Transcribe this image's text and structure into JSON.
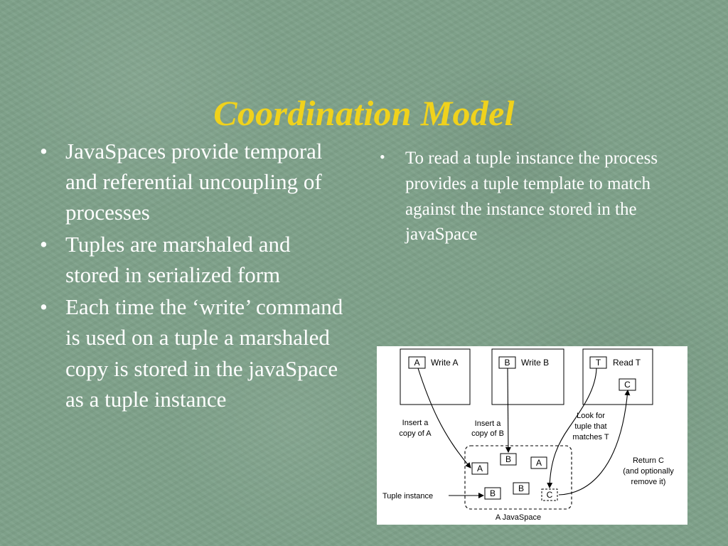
{
  "title": "Coordination Model",
  "left_bullets": [
    "JavaSpaces provide temporal and referential uncoupling of processes",
    "Tuples are marshaled and stored in serialized form",
    "Each time the ‘write’ command is used on a tuple a marshaled copy is stored in the javaSpace as a tuple instance"
  ],
  "right_bullets": [
    "To read a tuple instance the process provides a tuple template to match against the instance stored in the javaSpace"
  ],
  "diagram": {
    "process_boxes": [
      {
        "tag": "A",
        "label": "Write A"
      },
      {
        "tag": "B",
        "label": "Write B"
      },
      {
        "tag": "T",
        "label": "Read T"
      }
    ],
    "read_result_tag": "C",
    "annotations": {
      "insert_a": [
        "Insert a",
        "copy of A"
      ],
      "insert_b": [
        "Insert a",
        "copy of B"
      ],
      "look_for": [
        "Look for",
        "tuple that",
        "matches T"
      ],
      "return_c": [
        "Return C",
        "(and optionally",
        "remove it)"
      ],
      "tuple_instance": "Tuple instance",
      "space_label": "A JavaSpace"
    },
    "space_tuples": {
      "top_row": [
        "B",
        "A"
      ],
      "middle_row": [
        "A"
      ],
      "bottom_row": [
        "B",
        "B"
      ],
      "matched": "C"
    }
  },
  "colors": {
    "background": "#7ea18a",
    "title": "#f0d21c",
    "text": "#ffffff",
    "diagram_bg": "#ffffff",
    "diagram_ink": "#000000"
  }
}
